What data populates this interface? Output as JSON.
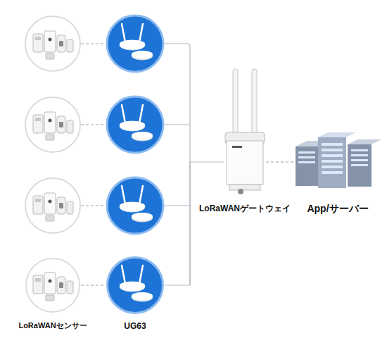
{
  "diagram": {
    "nodes": [
      {
        "text": [
          "LoRaWANセンサー"
        ]
      },
      {
        "text": [
          "UG63"
        ]
      },
      {
        "text": [
          "LoRaWANゲートウェイ"
        ]
      },
      {
        "text": [
          "App/サーバー"
        ]
      }
    ],
    "edges": [
      {
        "from": 0,
        "to": 1,
        "arrow": "none"
      },
      {
        "from": 1,
        "to": 2,
        "arrow": "none"
      },
      {
        "from": 2,
        "to": 3,
        "arrow": "none"
      }
    ]
  }
}
